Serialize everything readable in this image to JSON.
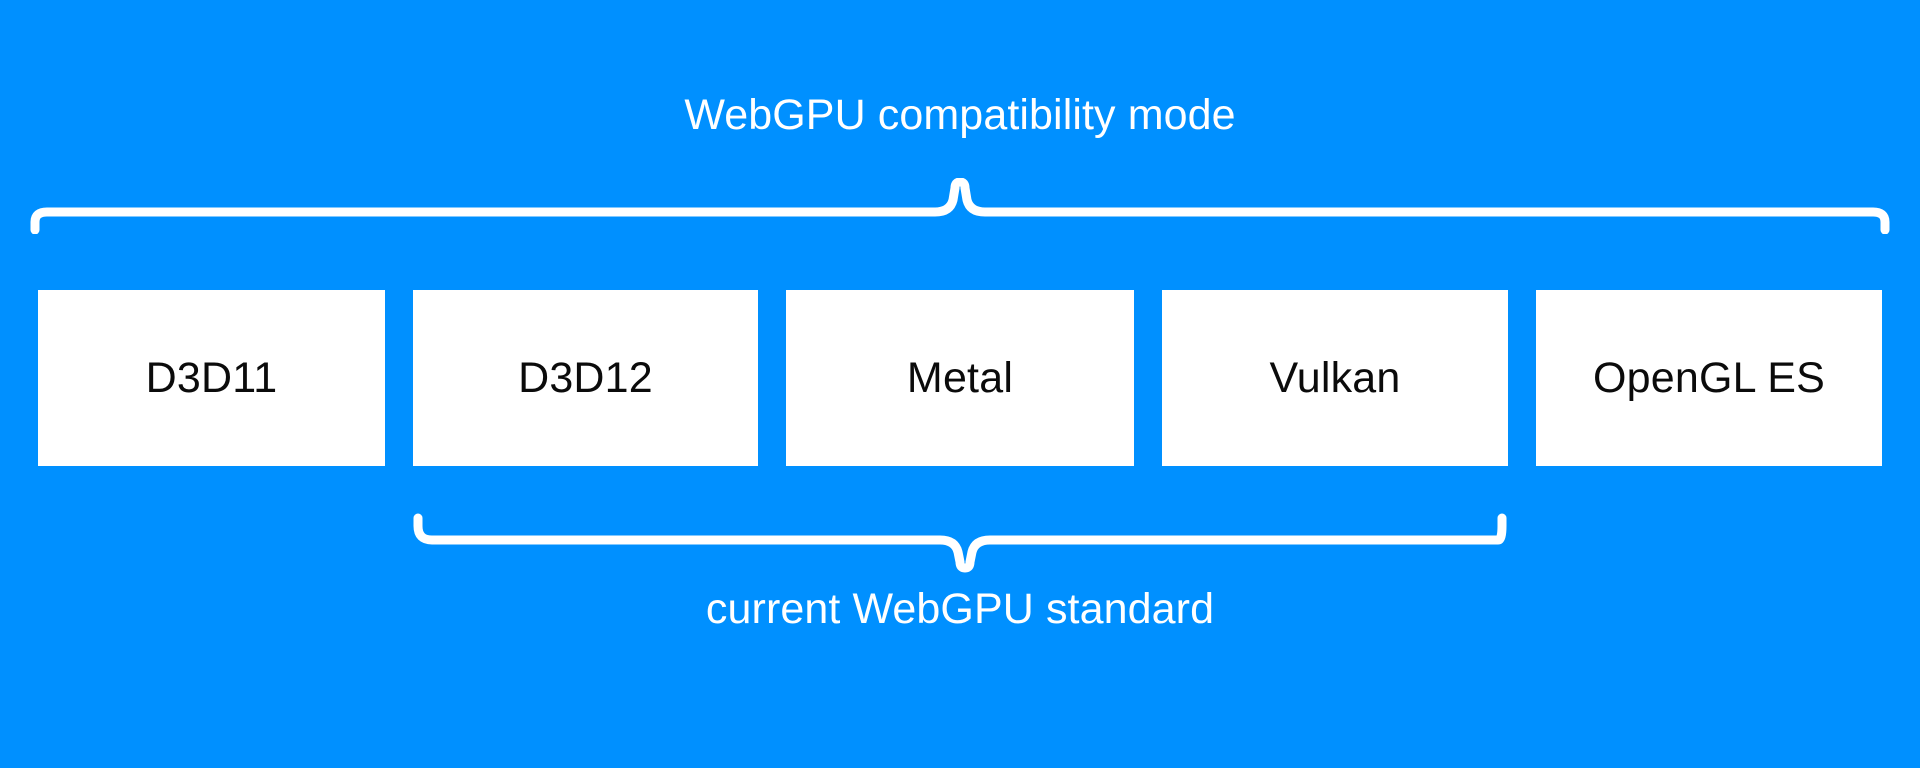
{
  "diagram": {
    "background_color": "#0090ff",
    "box_fill_color": "#ffffff",
    "box_text_color": "#0b0b0b",
    "label_text_color": "#ffffff",
    "top_group": {
      "label": "WebGPU compatibility mode",
      "covers": [
        "D3D11",
        "D3D12",
        "Metal",
        "Vulkan",
        "OpenGL ES"
      ]
    },
    "bottom_group": {
      "label": "current WebGPU standard",
      "covers": [
        "D3D12",
        "Metal",
        "Vulkan"
      ]
    },
    "boxes": [
      {
        "label": "D3D11"
      },
      {
        "label": "D3D12"
      },
      {
        "label": "Metal"
      },
      {
        "label": "Vulkan"
      },
      {
        "label": "OpenGL ES"
      }
    ]
  }
}
